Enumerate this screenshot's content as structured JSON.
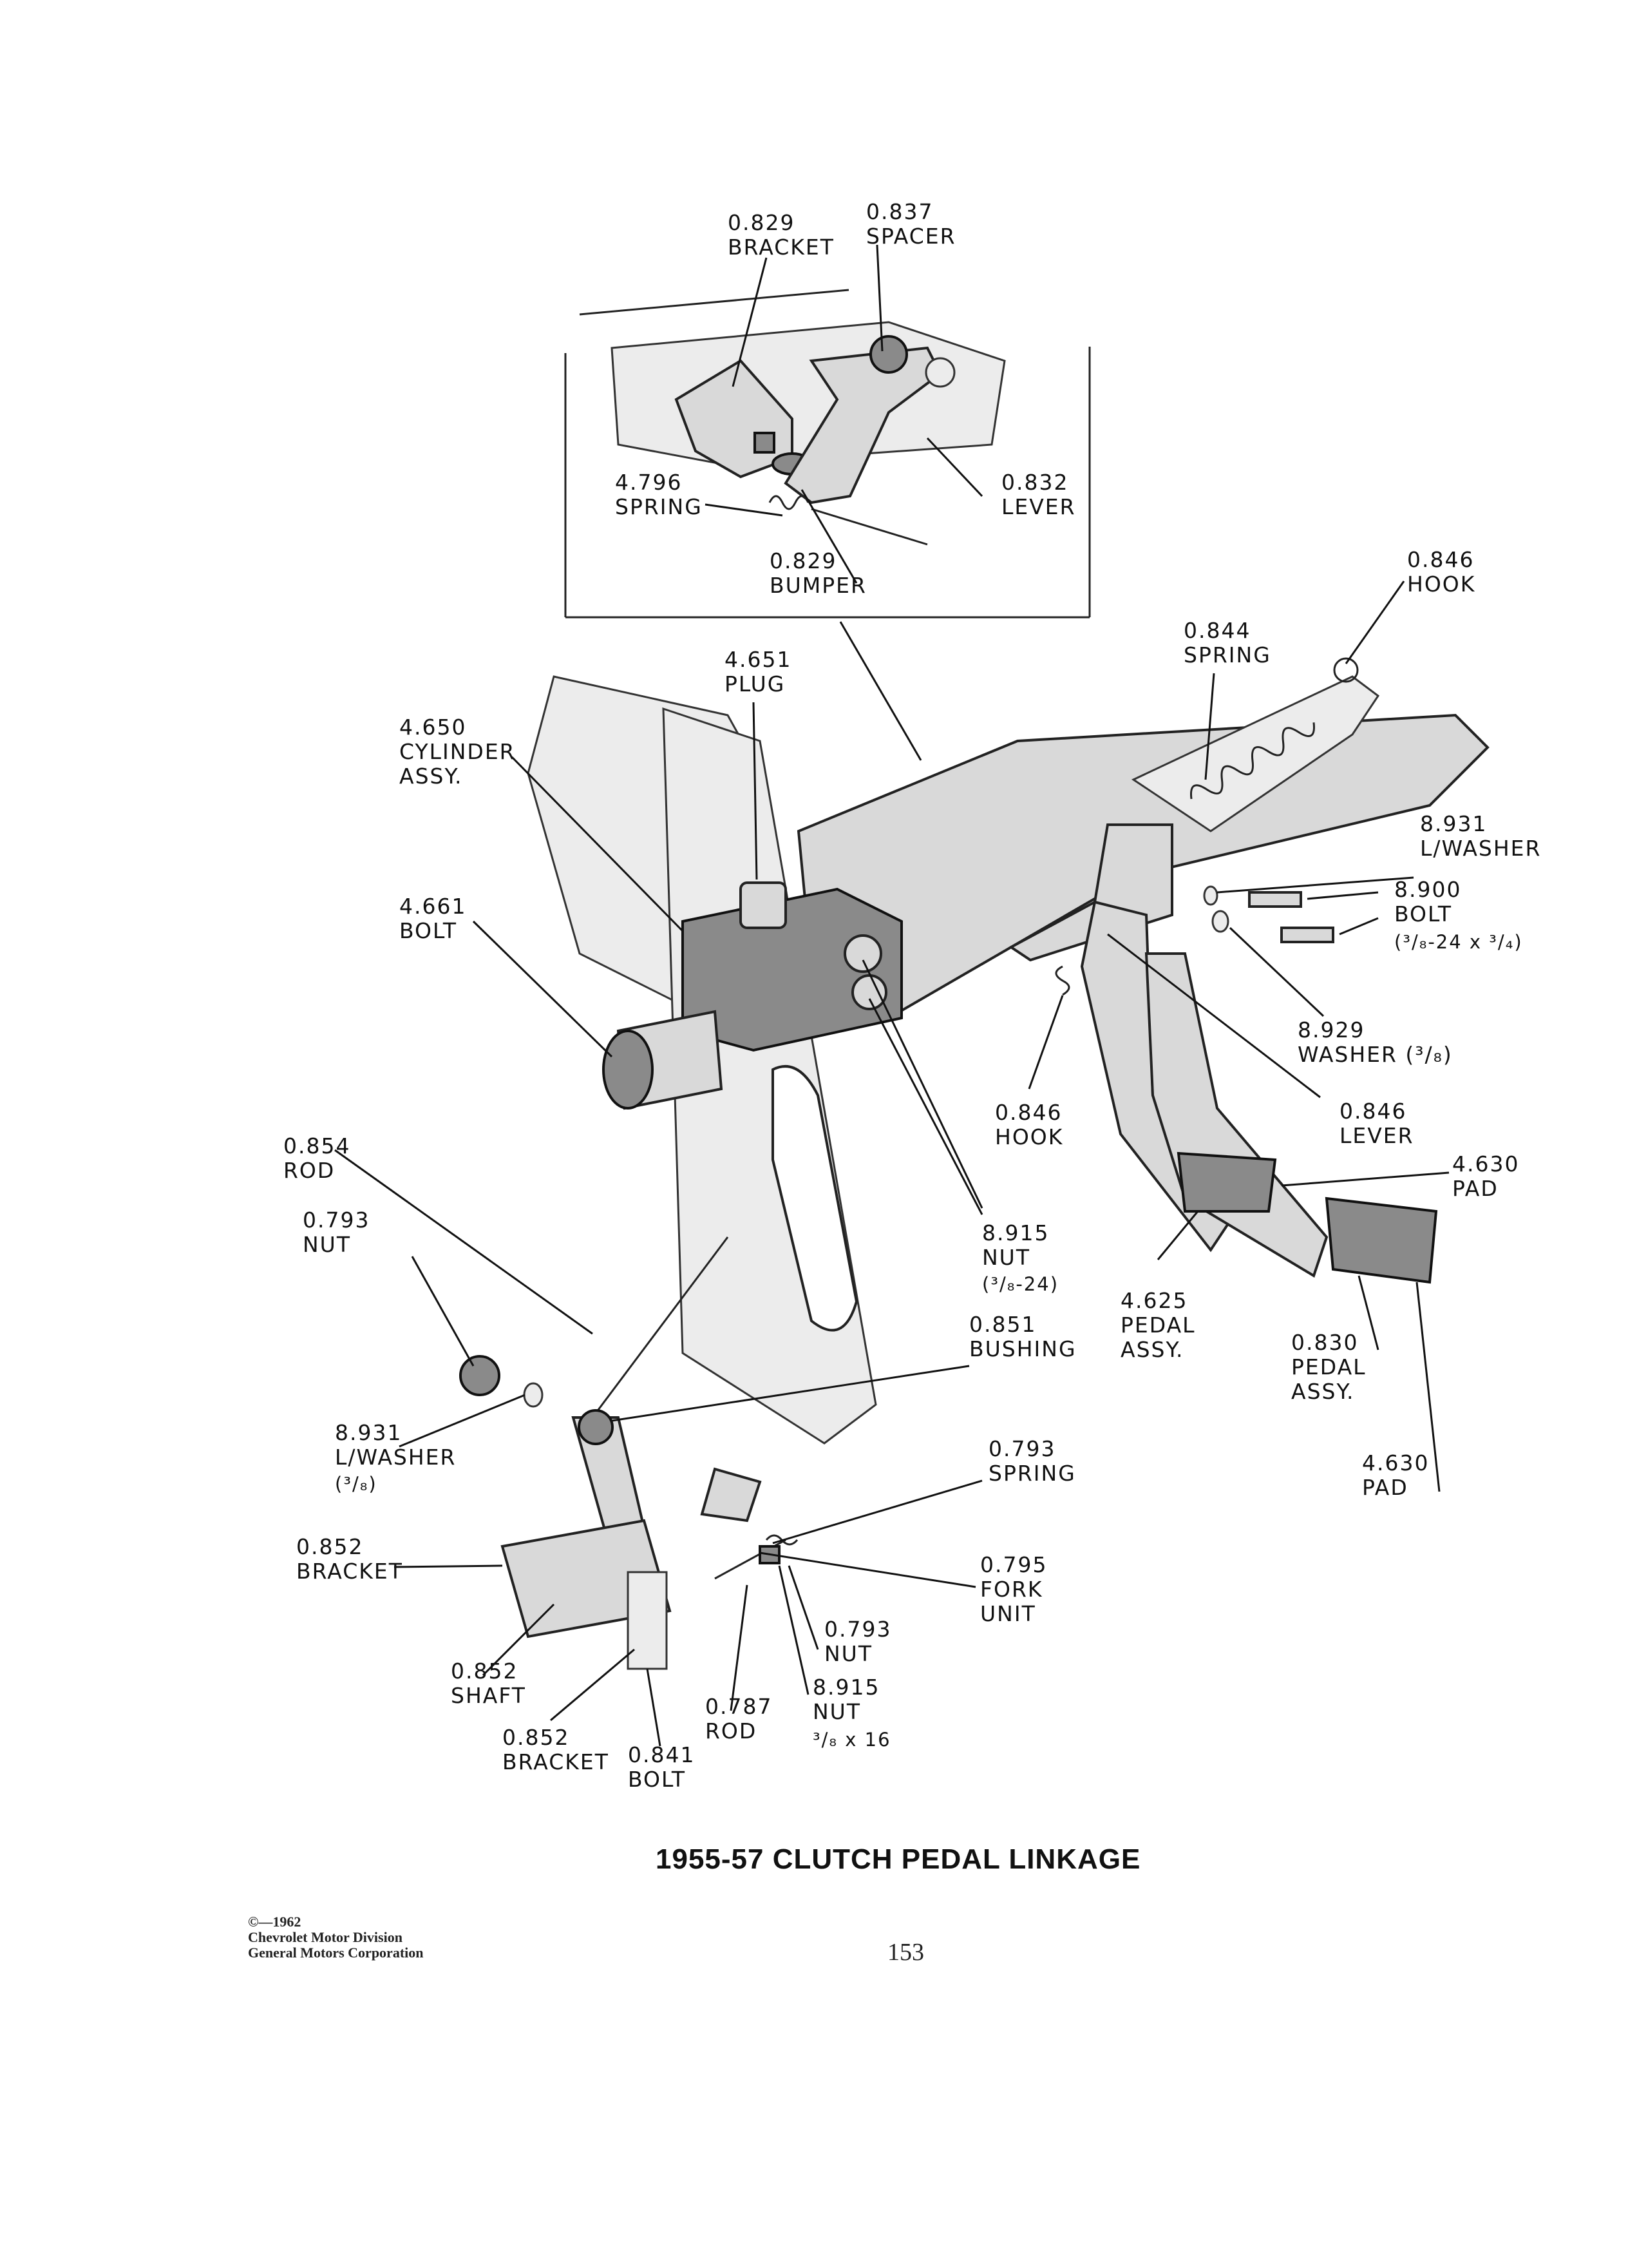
{
  "title": "1955-57 CLUTCH PEDAL LINKAGE",
  "page_number": "153",
  "copyright": [
    "©—1962",
    "Chevrolet Motor Division",
    "General Motors Corporation"
  ],
  "labels": {
    "bracket_829_top": [
      "0.829",
      "BRACKET"
    ],
    "spacer_837": [
      "0.837",
      "SPACER"
    ],
    "lever_832": [
      "0.832",
      "LEVER"
    ],
    "spring_4796": [
      "4.796",
      "SPRING"
    ],
    "bumper_829": [
      "0.829",
      "BUMPER"
    ],
    "hook_846_top": [
      "0.846",
      "HOOK"
    ],
    "spring_844": [
      "0.844",
      "SPRING"
    ],
    "plug_4651": [
      "4.651",
      "PLUG"
    ],
    "cylinder_4650": [
      "4.650",
      "CYLINDER",
      "ASSY."
    ],
    "lwasher_8931_right": [
      "8.931",
      "L/WASHER"
    ],
    "bolt_8900": [
      "8.900",
      "BOLT",
      "(³/₈-24 x ³/₄)"
    ],
    "bolt_4661": [
      "4.661",
      "BOLT"
    ],
    "washer_8929": [
      "8.929",
      "WASHER (³/₈)"
    ],
    "hook_846_mid": [
      "0.846",
      "HOOK"
    ],
    "lever_846": [
      "0.846",
      "LEVER"
    ],
    "pad_4630_top": [
      "4.630",
      "PAD"
    ],
    "rod_854": [
      "0.854",
      "ROD"
    ],
    "nut_793_left": [
      "0.793",
      "NUT"
    ],
    "nut_8915_mid": [
      "8.915",
      "NUT",
      "(³/₈-24)"
    ],
    "pedal_4625": [
      "4.625",
      "PEDAL",
      "ASSY."
    ],
    "bushing_851": [
      "0.851",
      "BUSHING"
    ],
    "pedal_830": [
      "0.830",
      "PEDAL",
      "ASSY."
    ],
    "lwasher_8931_left": [
      "8.931",
      "L/WASHER",
      "(³/₈)"
    ],
    "spring_793": [
      "0.793",
      "SPRING"
    ],
    "pad_4630_bottom": [
      "4.630",
      "PAD"
    ],
    "bracket_852_top": [
      "0.852",
      "BRACKET"
    ],
    "fork_795": [
      "0.795",
      "FORK",
      "UNIT"
    ],
    "nut_793_bottom": [
      "0.793",
      "NUT"
    ],
    "shaft_852": [
      "0.852",
      "SHAFT"
    ],
    "nut_8915_bottom": [
      "8.915",
      "NUT",
      "³/₈ x 16"
    ],
    "rod_787": [
      "0.787",
      "ROD"
    ],
    "bracket_852_bottom": [
      "0.852",
      "BRACKET"
    ],
    "bolt_841": [
      "0.841",
      "BOLT"
    ]
  }
}
